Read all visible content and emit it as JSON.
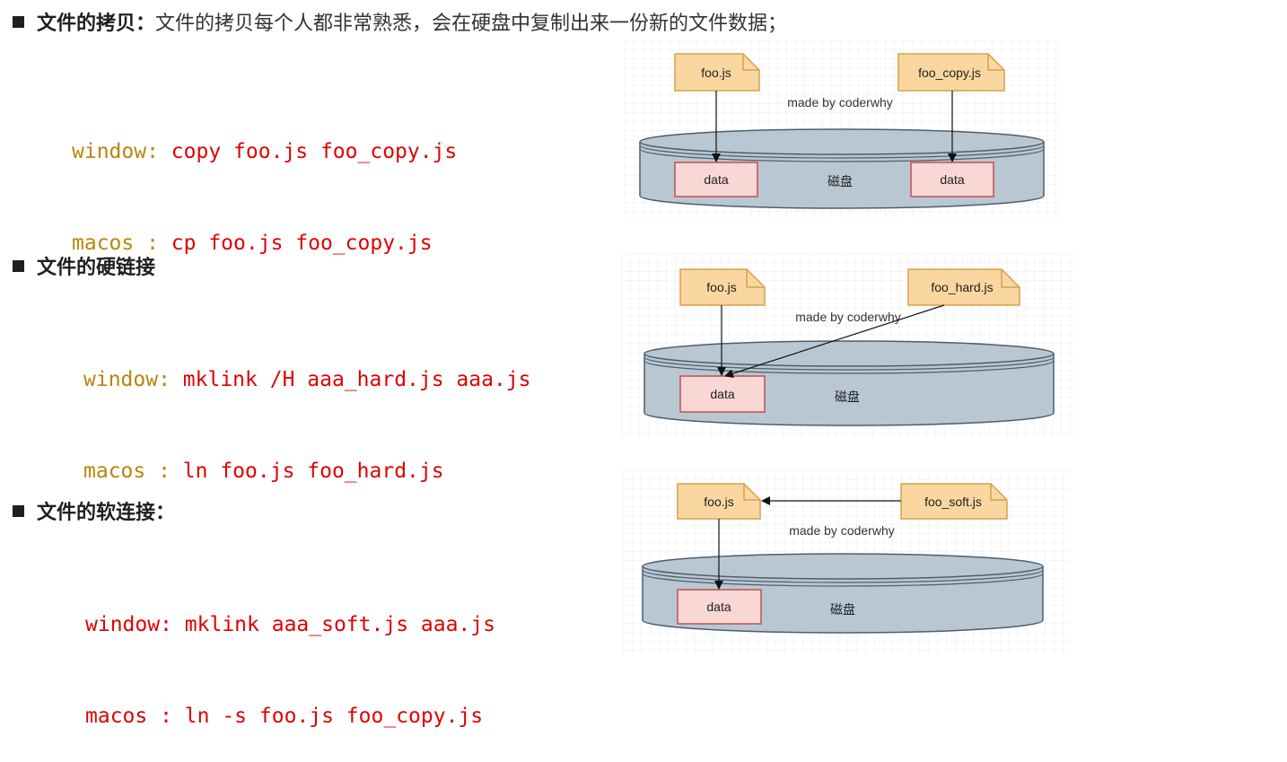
{
  "sections": [
    {
      "title": "文件的拷贝",
      "colon": "：",
      "description": "文件的拷贝每个人都非常熟悉，会在硬盘中复制出来一份新的文件数据；",
      "code": [
        {
          "label": "window:",
          "command": "copy foo.js foo_copy.js"
        },
        {
          "label": "macos :",
          "command": "cp foo.js foo_copy.js"
        }
      ],
      "label_color": "#b8860b",
      "diagram": {
        "file_left": "foo.js",
        "file_right": "foo_copy.js",
        "watermark": "made by coderwhy",
        "disk_label": "磁盘",
        "data_left": "data",
        "data_right": "data"
      }
    },
    {
      "title": "文件的硬链接",
      "colon": "",
      "description": "",
      "code": [
        {
          "label": "window:",
          "command": "mklink /H aaa_hard.js aaa.js"
        },
        {
          "label": "macos :",
          "command": "ln foo.js foo_hard.js"
        }
      ],
      "label_color": "#b8860b",
      "diagram": {
        "file_left": "foo.js",
        "file_right": "foo_hard.js",
        "watermark": "made by coderwhy",
        "disk_label": "磁盘",
        "data_left": "data"
      }
    },
    {
      "title": "文件的软连接",
      "colon": "：",
      "description": "",
      "code": [
        {
          "label": "window:",
          "command": "mklink aaa_soft.js aaa.js"
        },
        {
          "label": "macos :",
          "command": "ln -s foo.js foo_copy.js"
        }
      ],
      "label_color": "#e00000",
      "diagram": {
        "file_left": "foo.js",
        "file_right": "foo_soft.js",
        "watermark": "made by coderwhy",
        "disk_label": "磁盘",
        "data_left": "data"
      }
    }
  ],
  "colors": {
    "file_fill": "#fad7a0",
    "file_stroke": "#d6a04a",
    "data_fill": "#f8d7d5",
    "data_stroke": "#c0504d",
    "disk_fill": "#b9c7d3",
    "disk_stroke": "#4d5e6e",
    "code_red": "#e00000",
    "code_orange": "#b8860b"
  }
}
